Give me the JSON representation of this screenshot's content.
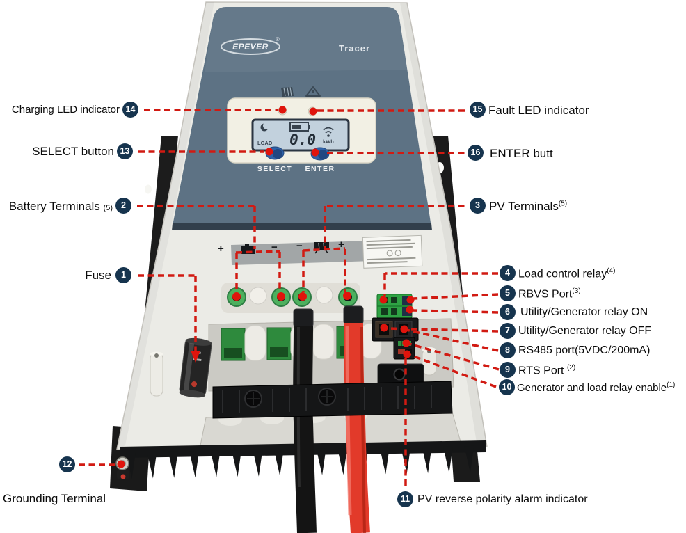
{
  "device": {
    "brand": "EPEVER",
    "brand_reg": "®",
    "model": "Tracer",
    "display": {
      "load": "LOAD",
      "value": "0.0",
      "unit": "kWh"
    },
    "buttons": {
      "select": "SELECT",
      "enter": "ENTER"
    },
    "terminal_strip": {
      "battery_plus": "+",
      "battery_minus": "−",
      "pv_minus": "−",
      "pv_plus": "+"
    }
  },
  "callouts": {
    "charging_led": {
      "num": "14",
      "label": "Charging LED indicator"
    },
    "select_button": {
      "num": "13",
      "label": "SELECT button"
    },
    "battery_terminals": {
      "num": "2",
      "label": "Battery Terminals",
      "note": "(5)"
    },
    "fuse": {
      "num": "1",
      "label": "Fuse"
    },
    "grounding_terminal": {
      "num": "12",
      "label": "Grounding Terminal"
    },
    "fault_led": {
      "num": "15",
      "label": "Fault LED indicator"
    },
    "enter_button": {
      "num": "16",
      "label": "ENTER butt"
    },
    "pv_terminals": {
      "num": "3",
      "label": "PV Terminals",
      "sup": "(5)"
    },
    "load_control_relay": {
      "num": "4",
      "label": "Load control relay",
      "sup": "(4)"
    },
    "rbvs_port": {
      "num": "5",
      "label": "RBVS Port",
      "sup": "(3)"
    },
    "utility_relay_on": {
      "num": "6",
      "label": "Utility/Generator relay ON"
    },
    "utility_relay_off": {
      "num": "7",
      "label": "Utility/Generator relay OFF"
    },
    "rs485_port": {
      "num": "8",
      "label": "RS485 port(5VDC/200mA)"
    },
    "rts_port": {
      "num": "9",
      "label": "RTS Port",
      "sup": "(2)"
    },
    "gen_load_relay_enable": {
      "num": "10",
      "label": "Generator and load relay enable",
      "sup": "(1)"
    },
    "pv_reverse_alarm": {
      "num": "11",
      "label": "PV reverse polarity alarm indicator"
    }
  },
  "icons": {
    "solar_panel": "▦",
    "warning": "⚠",
    "moon": "☾",
    "battery": "▭",
    "wifi": "〜"
  },
  "colors": {
    "callout_line": "#d11a12",
    "badge": "#16344e",
    "panel_blue": "#5d7284",
    "body": "#ebebe6",
    "terminal_green": "#2fa344",
    "cable_red": "#e23a2a",
    "cable_black": "#141414",
    "lcd": "#c2d1dd"
  }
}
